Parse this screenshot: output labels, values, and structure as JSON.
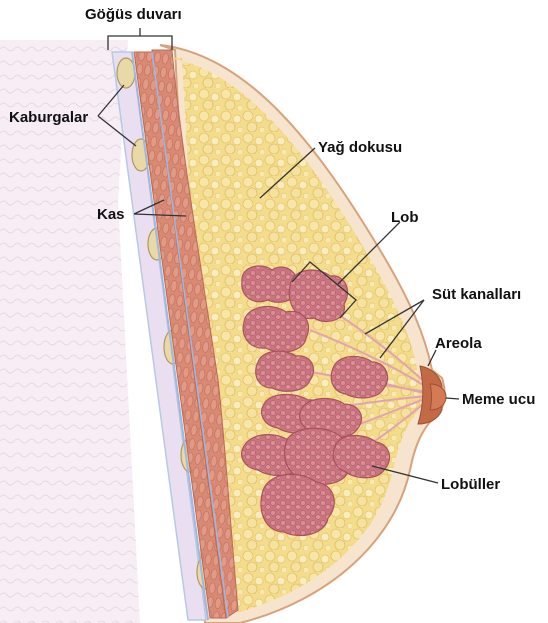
{
  "labels": {
    "chest_wall": "Göğüs duvarı",
    "ribs": "Kaburgalar",
    "muscle": "Kas",
    "fat_tissue": "Yağ dokusu",
    "lobe": "Lob",
    "milk_ducts": "Süt kanalları",
    "areola": "Areola",
    "nipple": "Meme ucu",
    "lobules": "Lobüller"
  },
  "colors": {
    "fat": "#f3dc8c",
    "fat_light": "#f8ecb6",
    "muscle": "#d98a75",
    "lobe": "#c9747e",
    "areola": "#c26a45",
    "skin_edge": "#d8a27a",
    "duct": "#e3a2b0",
    "chest_bg": "#f6eef4",
    "rib": "#e9d9a6"
  }
}
